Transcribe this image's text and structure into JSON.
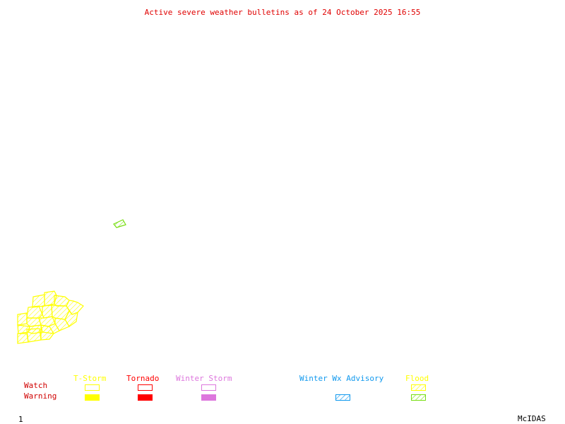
{
  "title": "Active severe weather bulletins as of 24 October 2025 16:55",
  "colors": {
    "title": "#e00000",
    "row_label": "#d00000",
    "tstorm": "#ffff00",
    "tornado": "#ff0000",
    "winter_storm": "#dd77dd",
    "winter_wx_advisory": "#1199ee",
    "flood_watch": "#ffff00",
    "flood_warning": "#77dd11",
    "footer": "#000000"
  },
  "legend": {
    "row_labels": {
      "watch": "Watch",
      "warning": "Warning"
    },
    "columns": [
      {
        "key": "tstorm",
        "label": "T-Storm",
        "watch": "outline",
        "warning": "solid"
      },
      {
        "key": "tornado",
        "label": "Tornado",
        "watch": "outline",
        "warning": "solid"
      },
      {
        "key": "winter_storm",
        "label": "Winter Storm",
        "watch": "outline",
        "warning": "solid"
      },
      {
        "key": "winter_wx_advisory",
        "label": "Winter Wx Advisory",
        "watch": null,
        "warning": "hatched"
      },
      {
        "key": "flood",
        "label": "Flood",
        "watch": "hatched",
        "warning": "hatched"
      }
    ]
  },
  "map": {
    "areas": [
      {
        "type": "flood-watch",
        "region": "southwest cluster of counties",
        "count_approx": 20
      },
      {
        "type": "flood-warning",
        "region": "small area west-central",
        "count_approx": 1
      }
    ]
  },
  "footer": {
    "frame_number": "1",
    "software": "McIDAS"
  }
}
